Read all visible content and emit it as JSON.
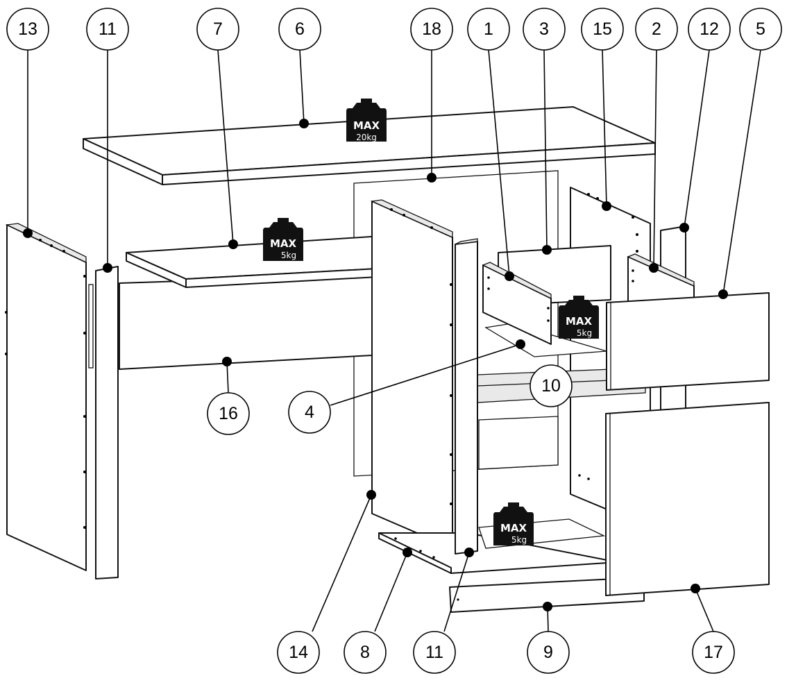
{
  "callouts": [
    "13",
    "11",
    "7",
    "6",
    "18",
    "1",
    "3",
    "15",
    "2",
    "12",
    "5",
    "16",
    "4",
    "10",
    "14",
    "8",
    "11",
    "9",
    "17"
  ],
  "weights": [
    {
      "max": "MAX",
      "load": "20kg"
    },
    {
      "max": "MAX",
      "load": "5kg"
    },
    {
      "max": "MAX",
      "load": "5kg"
    },
    {
      "max": "MAX",
      "load": "5kg"
    }
  ],
  "colors": {
    "line": "#111111",
    "fill": "#ffffff",
    "weight": "#111111"
  }
}
